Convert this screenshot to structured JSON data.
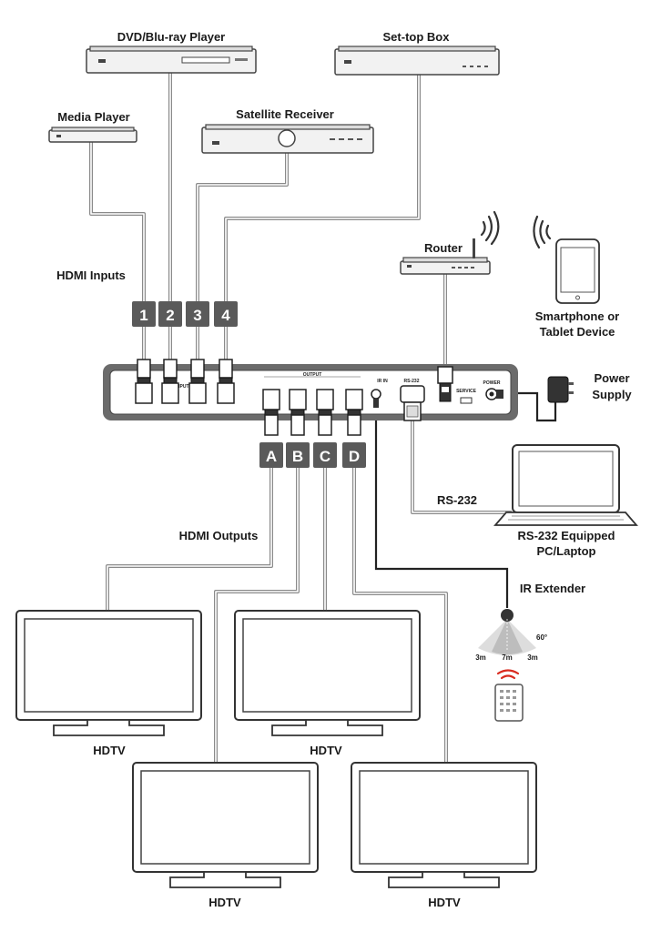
{
  "labels": {
    "dvd": "DVD/Blu-ray Player",
    "settop": "Set-top Box",
    "media": "Media Player",
    "satellite": "Satellite Receiver",
    "hdmi_inputs": "HDMI Inputs",
    "router": "Router",
    "smartphone_line1": "Smartphone or",
    "smartphone_line2": "Tablet Device",
    "power_line1": "Power",
    "power_line2": "Supply",
    "rs232": "RS-232",
    "pc_line1": "RS-232 Equipped",
    "pc_line2": "PC/Laptop",
    "hdmi_outputs": "HDMI Outputs",
    "ir_extender": "IR Extender",
    "hdtv_1": "HDTV",
    "hdtv_2": "HDTV",
    "hdtv_3": "HDTV",
    "hdtv_4": "HDTV"
  },
  "inputs": [
    "1",
    "2",
    "3",
    "4"
  ],
  "outputs": [
    "A",
    "B",
    "C",
    "D"
  ],
  "ir_coverage": {
    "angle": "60°",
    "left": "3m",
    "center": "7m",
    "right": "3m"
  },
  "colors": {
    "cable": "#8a8a8a",
    "badge": "#5a5a5a",
    "remote_signal": "#d92b1f"
  }
}
